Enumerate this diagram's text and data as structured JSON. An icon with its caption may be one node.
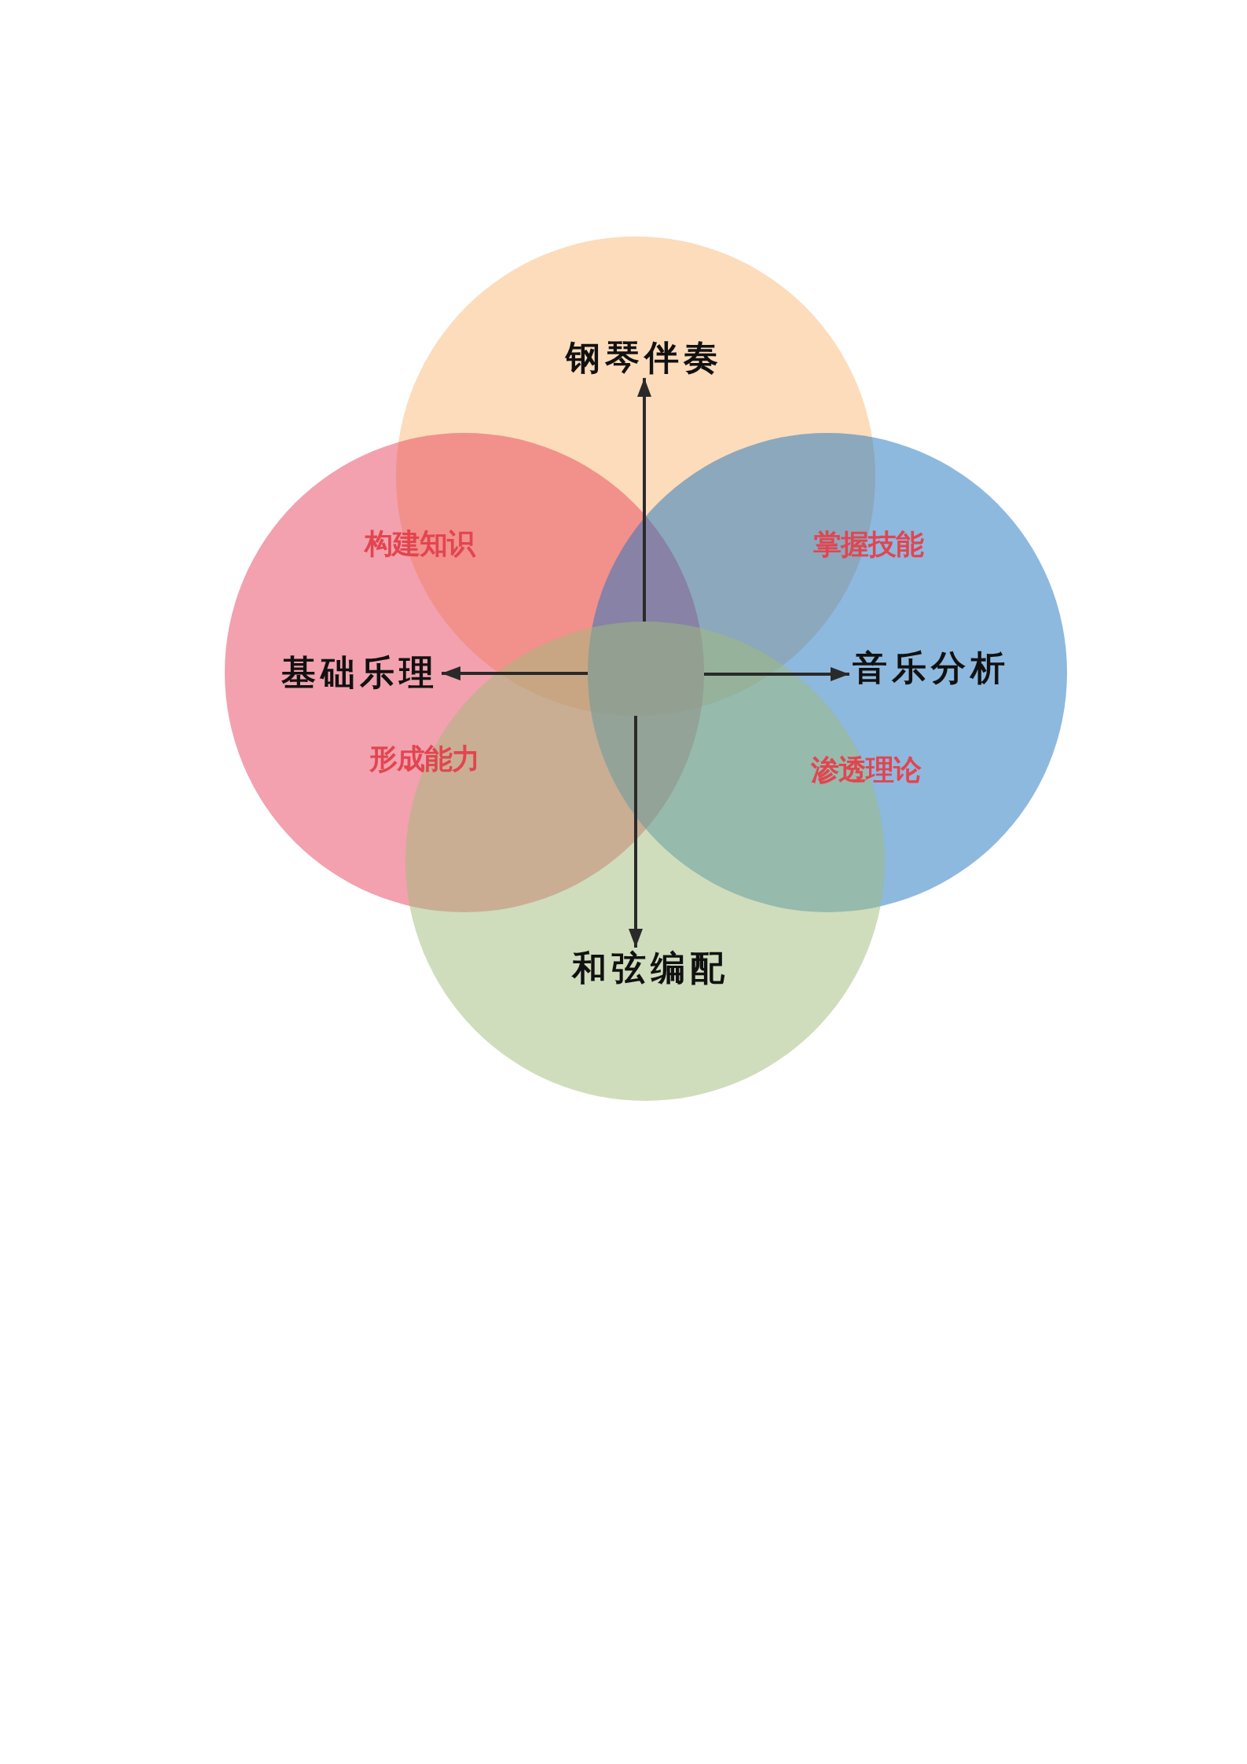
{
  "diagram": {
    "nodes": [
      {
        "text": [],
        "shape": "circle"
      },
      {
        "text": [
          "钢琴伴奏"
        ],
        "in": 0
      },
      {
        "text": [],
        "shape": "circle"
      },
      {
        "text": [
          "基础乐理"
        ],
        "in": 2
      },
      {
        "text": [],
        "shape": "circle"
      },
      {
        "text": [
          "音乐分析"
        ],
        "in": 4
      },
      {
        "text": [],
        "shape": "circle"
      },
      {
        "text": [
          "和弦编配"
        ],
        "in": 6
      }
    ],
    "edges": [
      {
        "from": 6,
        "to": 1,
        "arrow": "to"
      },
      {
        "from": 4,
        "to": 3,
        "arrow": "to"
      },
      {
        "from": 2,
        "to": 5,
        "arrow": "to"
      },
      {
        "from": 0,
        "to": 7,
        "arrow": "to"
      }
    ],
    "labels": [
      "构建知识",
      "掌握技能",
      "形成能力",
      "渗透理论"
    ]
  }
}
